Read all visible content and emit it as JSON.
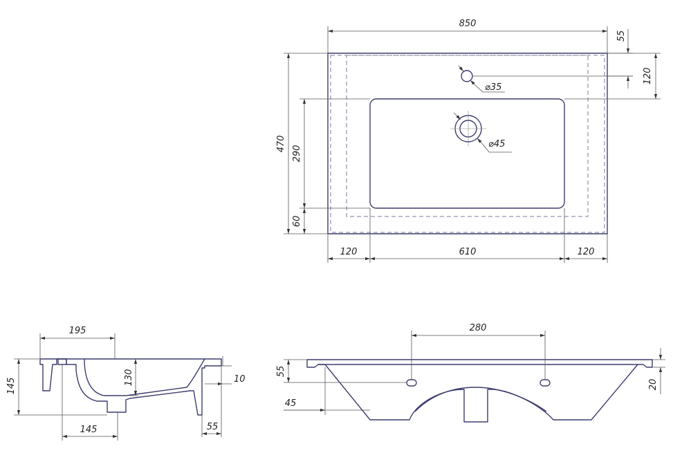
{
  "top_view": {
    "width": "850",
    "rim_top": "55",
    "tap_offset": "120",
    "tap_hole": "⌀35",
    "drain_hole": "⌀45",
    "depth": "470",
    "bowl_height": "290",
    "front_edge": "60",
    "left_margin": "120",
    "bowl_width": "610",
    "right_margin": "120"
  },
  "side_view": {
    "top_width": "195",
    "height": "145",
    "bowl_depth": "130",
    "lip": "10",
    "drain_offset": "145",
    "back_edge": "55"
  },
  "front_view": {
    "hole_spacing": "280",
    "rim": "55",
    "slot": "45",
    "edge": "20"
  }
}
